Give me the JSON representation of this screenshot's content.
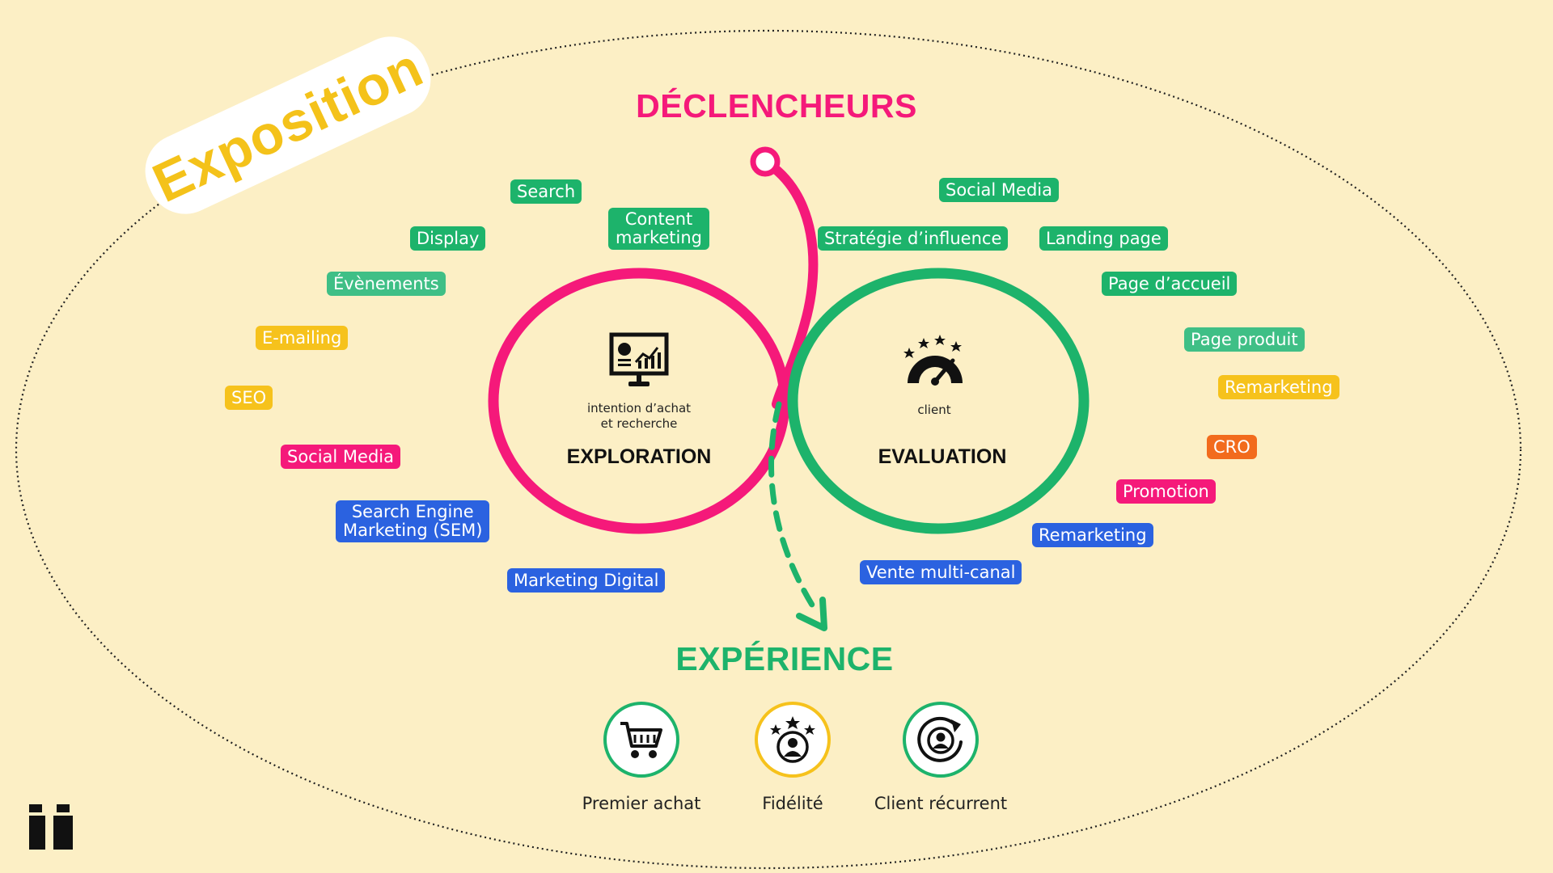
{
  "exposition_label": "Exposition",
  "triggers_title": "DÉCLENCHEURS",
  "experience_title": "EXPÉRIENCE",
  "colors": {
    "background": "#fcefc5",
    "pink": "#f5197a",
    "green": "#1db36b",
    "light_green": "#3fbf86",
    "yellow": "#f6c21c",
    "orange": "#f26b1d",
    "blue": "#2b62e0",
    "exposition_text": "#f4c21a"
  },
  "exploration": {
    "icon": "presentation-chart-icon",
    "sub": "intention d’achat\net recherche",
    "title": "EXPLORATION"
  },
  "evaluation": {
    "icon": "rating-gauge-icon",
    "sub": "client",
    "title": "EVALUATION"
  },
  "left_tags": [
    {
      "label": "Search",
      "color": "green"
    },
    {
      "label": "Content\nmarketing",
      "color": "green"
    },
    {
      "label": "Display",
      "color": "green"
    },
    {
      "label": "Évènements",
      "color": "light_green"
    },
    {
      "label": "E-mailing",
      "color": "yellow"
    },
    {
      "label": "SEO",
      "color": "yellow"
    },
    {
      "label": "Social Media",
      "color": "pink"
    },
    {
      "label": "Search Engine\nMarketing (SEM)",
      "color": "blue"
    },
    {
      "label": "Marketing Digital",
      "color": "blue"
    }
  ],
  "right_tags": [
    {
      "label": "Social Media",
      "color": "green"
    },
    {
      "label": "Stratégie d’influence",
      "color": "green"
    },
    {
      "label": "Landing page",
      "color": "green"
    },
    {
      "label": "Page d’accueil",
      "color": "green"
    },
    {
      "label": "Page produit",
      "color": "light_green"
    },
    {
      "label": "Remarketing",
      "color": "yellow"
    },
    {
      "label": "CRO",
      "color": "orange"
    },
    {
      "label": "Promotion",
      "color": "pink"
    },
    {
      "label": "Remarketing",
      "color": "blue"
    },
    {
      "label": "Vente multi-canal",
      "color": "blue"
    }
  ],
  "experience_items": [
    {
      "label": "Premier achat",
      "icon": "shopping-cart-icon",
      "ring": "green"
    },
    {
      "label": "Fidélité",
      "icon": "star-customer-icon",
      "ring": "yellow"
    },
    {
      "label": "Client récurrent",
      "icon": "returning-customer-icon",
      "ring": "green"
    }
  ],
  "logo": "brand-logo"
}
